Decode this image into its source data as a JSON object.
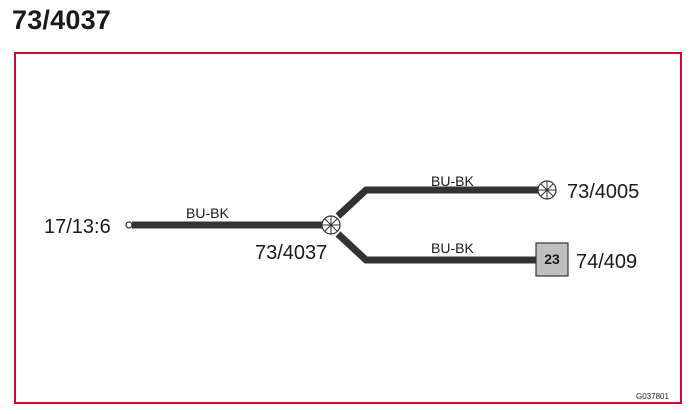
{
  "title": "73/4037",
  "diagram": {
    "wires": [
      {
        "from": "17/13:6",
        "to": "73/4037",
        "color": "BU-BK"
      },
      {
        "from": "73/4037",
        "to": "73/4005",
        "color": "BU-BK"
      },
      {
        "from": "73/4037",
        "to": "74/409",
        "color": "BU-BK"
      }
    ],
    "nodes": {
      "terminal": {
        "label": "17/13:6"
      },
      "splice_main": {
        "label": "73/4037"
      },
      "splice_end": {
        "label": "73/4005"
      },
      "connector": {
        "label": "74/409",
        "pin": "23"
      }
    },
    "reference_code": "G037801",
    "colors": {
      "frame": "#c8102e",
      "wire": "#333333",
      "connector_fill": "#bfbfbf"
    }
  }
}
